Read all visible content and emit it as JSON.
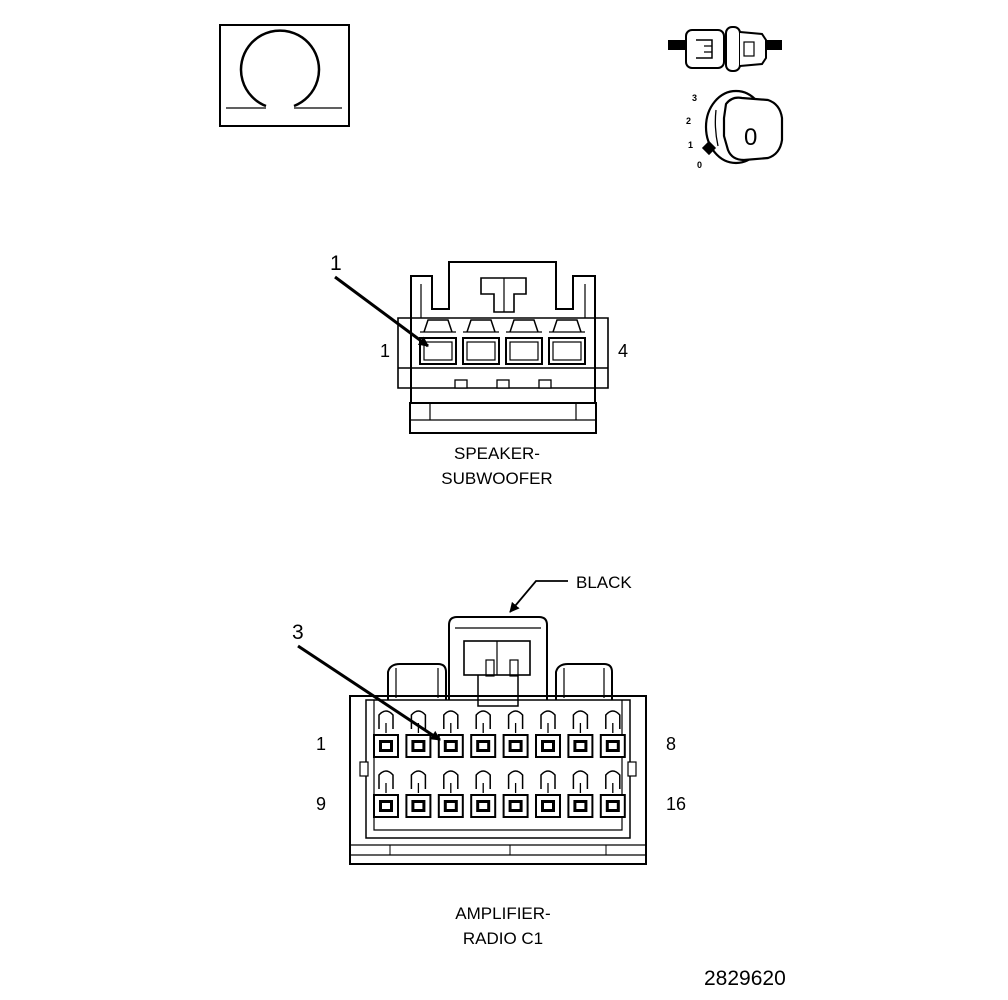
{
  "speaker_connector": {
    "caption_line1": "SPEAKER-",
    "caption_line2": "SUBWOOFER",
    "pin_first": "1",
    "pin_last": "4",
    "callout": "1",
    "pin_count": 4
  },
  "amplifier_connector": {
    "caption_line1": "AMPLIFIER-",
    "caption_line2": "RADIO C1",
    "color_label": "BLACK",
    "row1_first": "1",
    "row1_last": "8",
    "row2_first": "9",
    "row2_last": "16",
    "callout": "3",
    "pin_count": 16
  },
  "ignition_icon": {
    "positions": [
      "3",
      "2",
      "1",
      "0"
    ],
    "key_label": "0"
  },
  "omega_icon": "ohmmeter-icon",
  "probe_icon": "test-probe-icon",
  "figure_number": "2829620"
}
